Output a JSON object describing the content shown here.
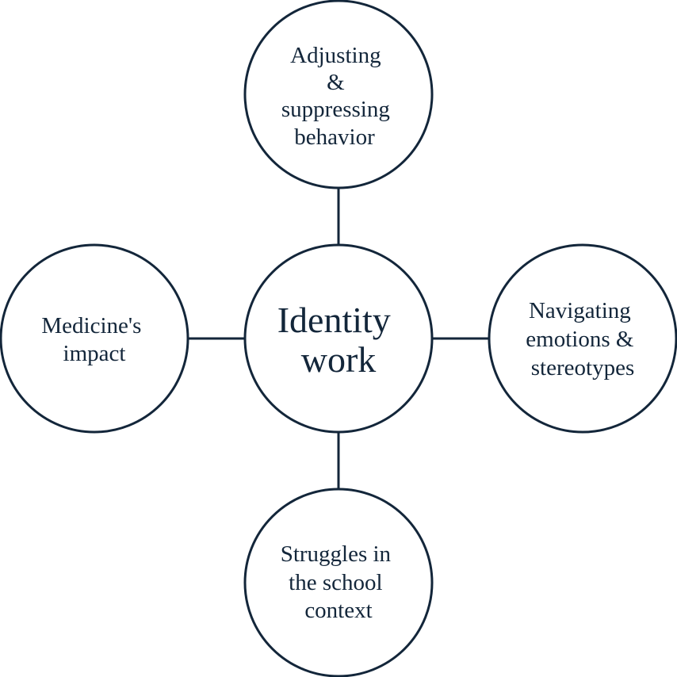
{
  "colors": {
    "stroke": "#13263a",
    "background": "#ffffff"
  },
  "diagram": {
    "center": {
      "lines": [
        "Identity",
        "work"
      ]
    },
    "top": {
      "lines": [
        "Adjusting",
        "&",
        "suppressing",
        "behavior"
      ]
    },
    "left": {
      "lines": [
        "Medicine's",
        "impact"
      ]
    },
    "right": {
      "lines": [
        "Navigating",
        "emotions &",
        "stereotypes"
      ]
    },
    "bottom": {
      "lines": [
        "Struggles in",
        "the school",
        "context"
      ]
    }
  }
}
